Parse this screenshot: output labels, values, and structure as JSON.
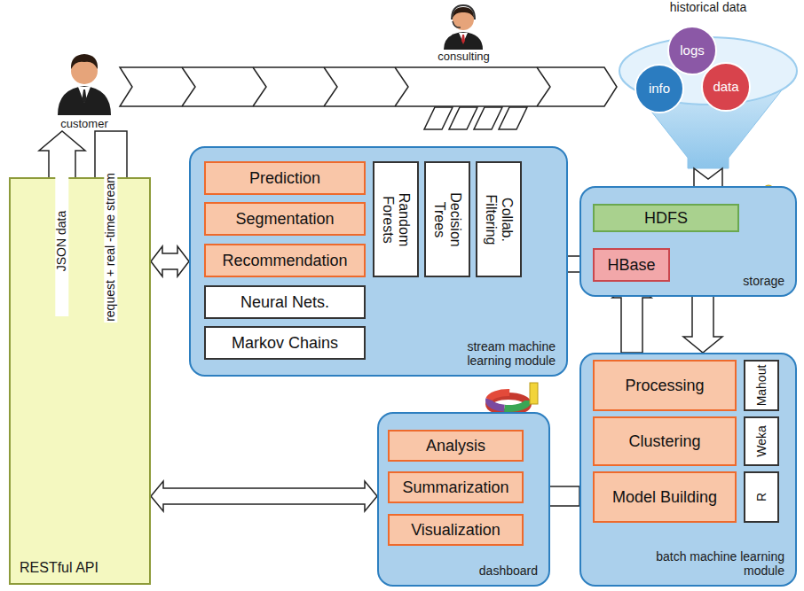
{
  "diagram": {
    "nodes": [
      {
        "text": [
          "customer"
        ]
      },
      {
        "text": [
          "consulting"
        ]
      },
      {
        "text": [
          "historical data"
        ]
      },
      {
        "text": [
          "logs"
        ],
        "in": 2
      },
      {
        "text": [
          "info"
        ],
        "in": 2
      },
      {
        "text": [
          "data"
        ],
        "in": 2
      },
      {
        "text": [
          "RESTful API"
        ]
      },
      {
        "text": [
          "stream machine learning module"
        ]
      },
      {
        "text": [
          "Prediction"
        ],
        "in": 7
      },
      {
        "text": [
          "Segmentation"
        ],
        "in": 7
      },
      {
        "text": [
          "Recommendation"
        ],
        "in": 7
      },
      {
        "text": [
          "Neural Nets."
        ],
        "in": 7
      },
      {
        "text": [
          "Markov Chains"
        ],
        "in": 7
      },
      {
        "text": [
          "Random Forests"
        ],
        "in": 7
      },
      {
        "text": [
          "Decision Trees"
        ],
        "in": 7
      },
      {
        "text": [
          "Collab. Filtering"
        ],
        "in": 7
      },
      {
        "text": [
          "storage"
        ]
      },
      {
        "text": [
          "HDFS"
        ],
        "in": 16
      },
      {
        "text": [
          "HBase"
        ],
        "in": 16
      },
      {
        "text": [
          "batch machine learning module"
        ]
      },
      {
        "text": [
          "Processing"
        ],
        "in": 19
      },
      {
        "text": [
          "Clustering"
        ],
        "in": 19
      },
      {
        "text": [
          "Model Building"
        ],
        "in": 19
      },
      {
        "text": [
          "Mahout"
        ],
        "in": 19
      },
      {
        "text": [
          "Weka"
        ],
        "in": 19
      },
      {
        "text": [
          "R"
        ],
        "in": 19
      },
      {
        "text": [
          "dashboard"
        ]
      },
      {
        "text": [
          "Analysis"
        ],
        "in": 26
      },
      {
        "text": [
          "Summarization"
        ],
        "in": 26
      },
      {
        "text": [
          "Visualization"
        ],
        "in": 26
      }
    ],
    "edges": [
      {
        "from": 0,
        "to": 2,
        "arrow": "to"
      },
      {
        "from": 6,
        "to": 0,
        "arrow": "to",
        "label": "JSON data"
      },
      {
        "from": 0,
        "to": 6,
        "arrow": "to",
        "label": "request + real -time stream"
      },
      {
        "from": 6,
        "to": 7,
        "arrow": "both"
      },
      {
        "from": 7,
        "to": 18,
        "arrow": "both"
      },
      {
        "from": 2,
        "to": 17,
        "arrow": "to"
      },
      {
        "from": 17,
        "to": 19,
        "arrow": "to"
      },
      {
        "from": 19,
        "to": 18,
        "arrow": "to"
      },
      {
        "from": 19,
        "to": 26,
        "arrow": "to"
      },
      {
        "from": 6,
        "to": 26,
        "arrow": "both"
      }
    ]
  }
}
